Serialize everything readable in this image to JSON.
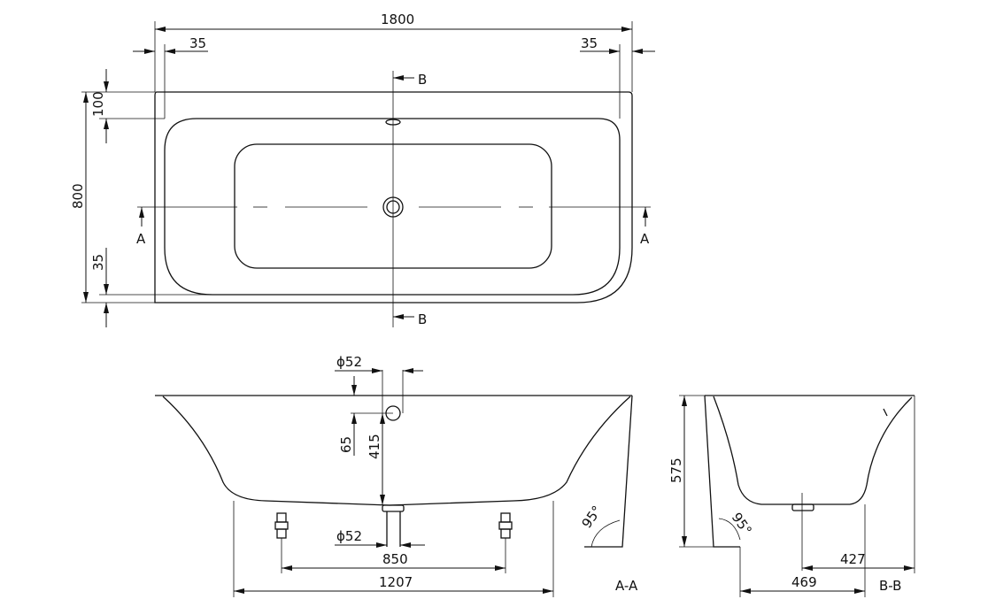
{
  "dimensions": {
    "overall_length": "1800",
    "rim_left": "35",
    "rim_right": "35",
    "rim_back": "100",
    "overall_width": "800",
    "rim_front": "35",
    "overflow_diameter": "ϕ52",
    "overflow_offset": "65",
    "overflow_height": "415",
    "waste_diameter": "ϕ52",
    "feet_spacing": "850",
    "bottom_length": "1207",
    "height": "575",
    "wall_angle_a": "95°",
    "wall_angle_b": "95°",
    "waste_to_edge": "427",
    "waste_to_back": "469"
  },
  "section_marks": {
    "a": "A",
    "b": "B"
  },
  "views": {
    "section_a": "A-A",
    "section_b": "B-B"
  }
}
